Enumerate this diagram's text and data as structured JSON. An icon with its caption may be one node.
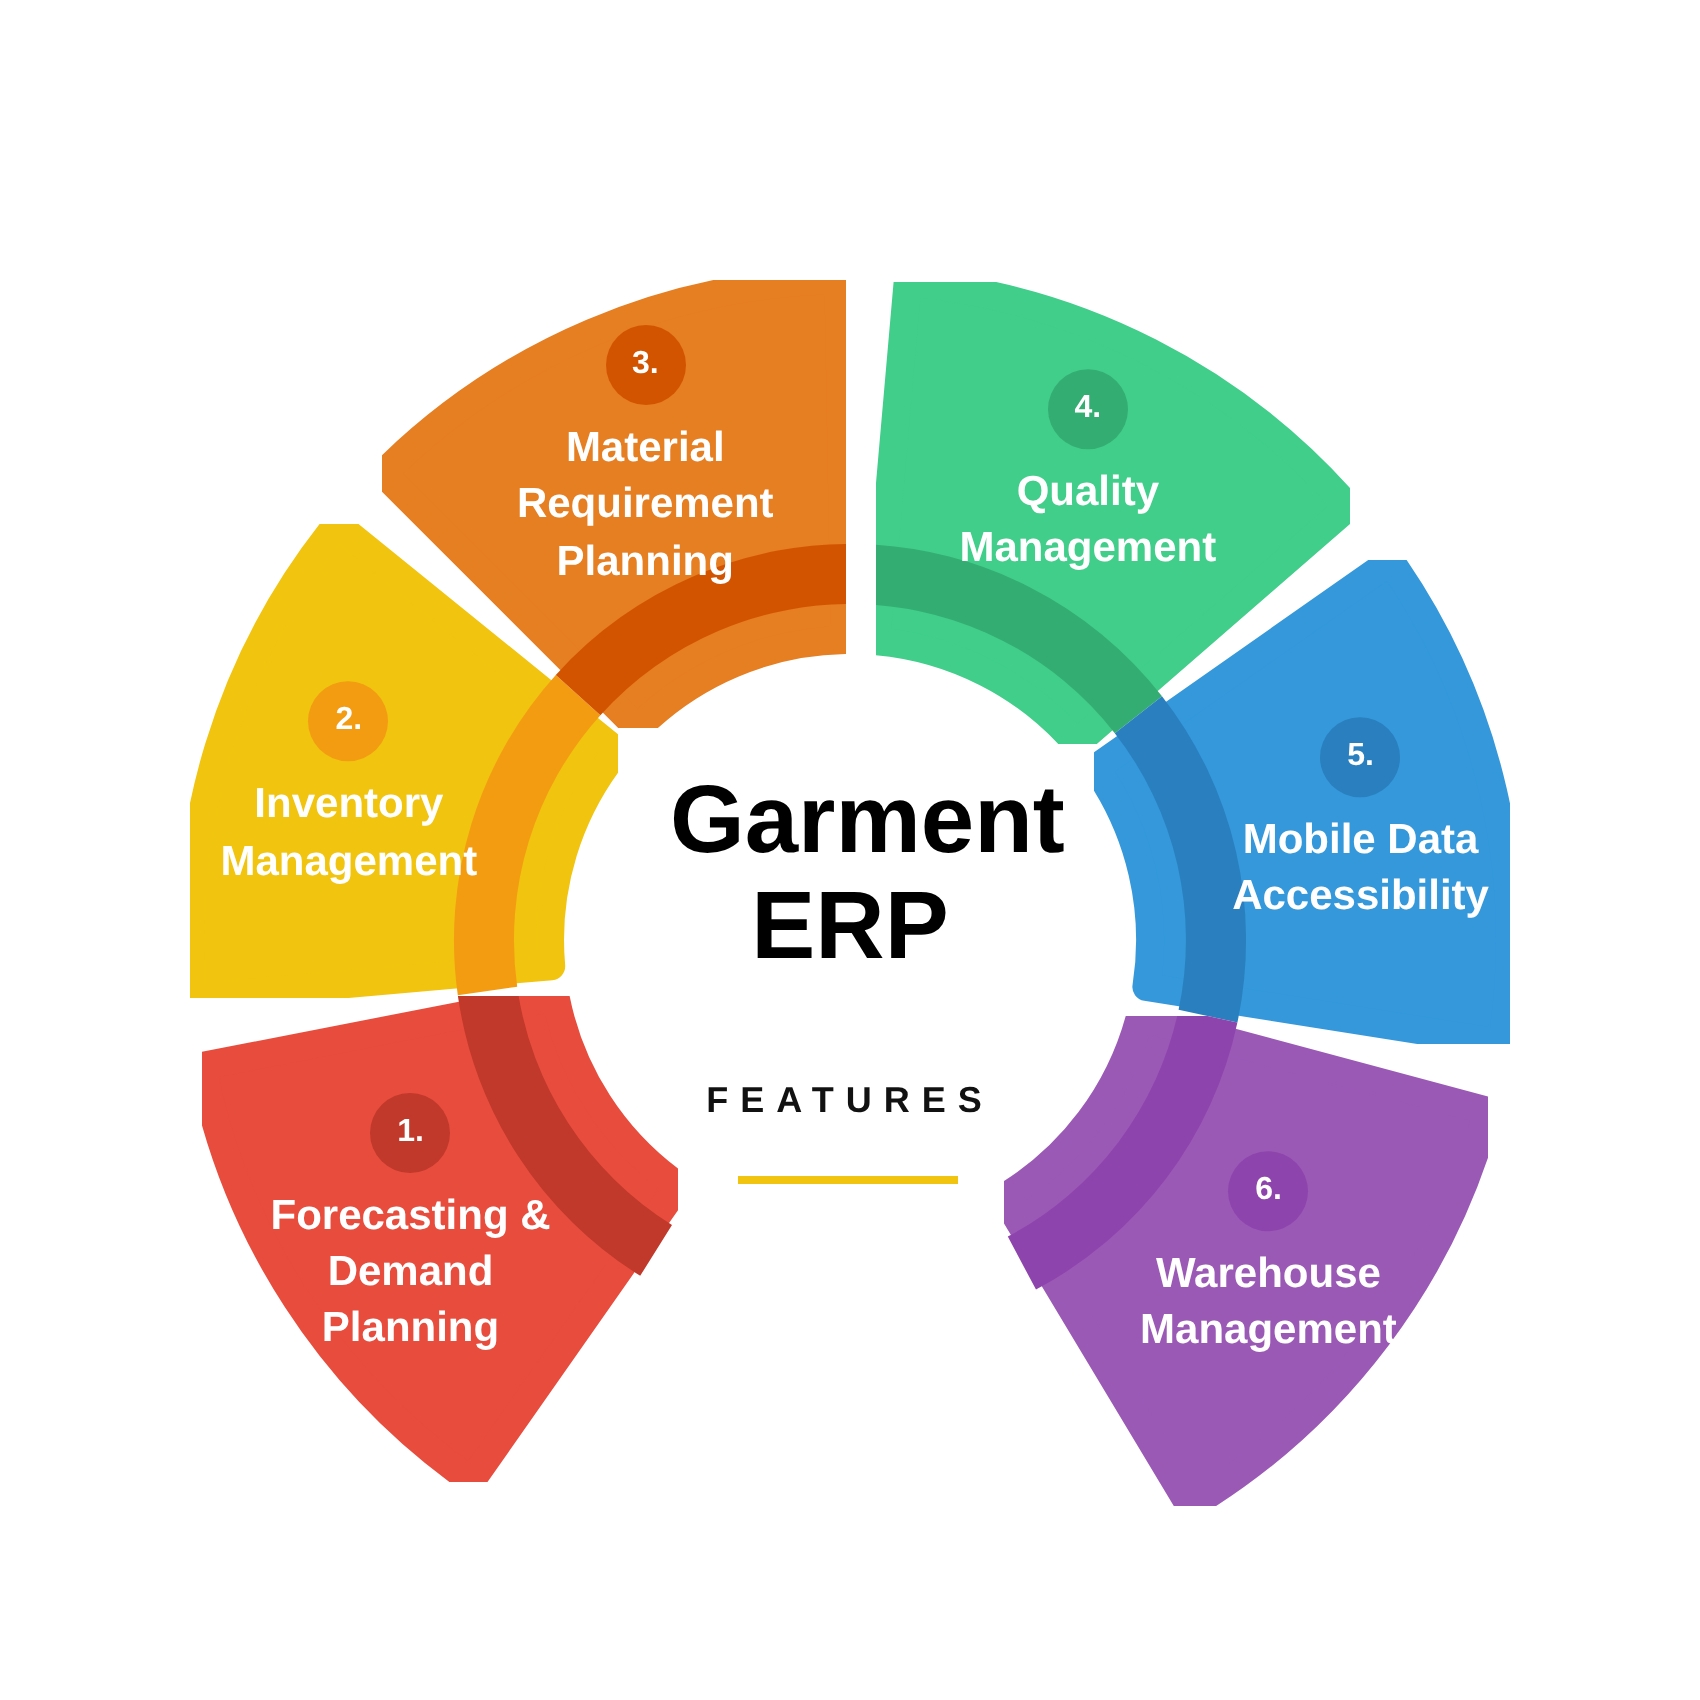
{
  "diagram": {
    "title": "Garment ERP",
    "nodes": [
      {
        "text": [
          "1.",
          "Forecasting & Demand Planning"
        ]
      },
      {
        "text": [
          "2.",
          "Inventory Management"
        ]
      },
      {
        "text": [
          "3.",
          "Material Requirement Planning"
        ]
      },
      {
        "text": [
          "4.",
          "Quality Management"
        ]
      },
      {
        "text": [
          "5.",
          "Mobile Data Accessibility"
        ]
      },
      {
        "text": [
          "6.",
          "Warehouse Management"
        ]
      }
    ],
    "edges": [],
    "labels": [
      "FEATURES"
    ]
  }
}
